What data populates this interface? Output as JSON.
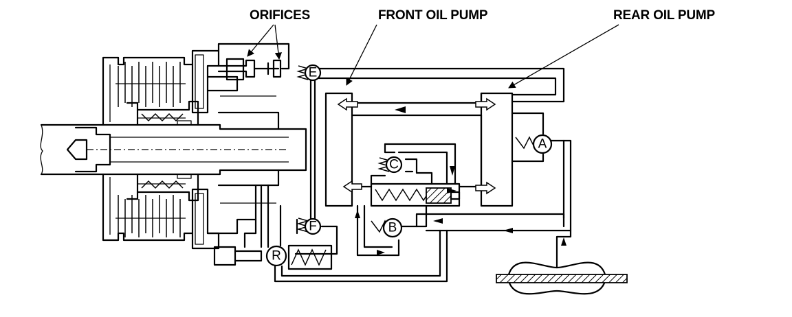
{
  "labels": {
    "orifices": "ORIFICES",
    "front_oil_pump": "FRONT OIL PUMP",
    "rear_oil_pump": "REAR OIL PUMP"
  },
  "valves": {
    "a": "A",
    "b": "B",
    "c": "C",
    "e": "E",
    "f": "F",
    "r": "R"
  }
}
